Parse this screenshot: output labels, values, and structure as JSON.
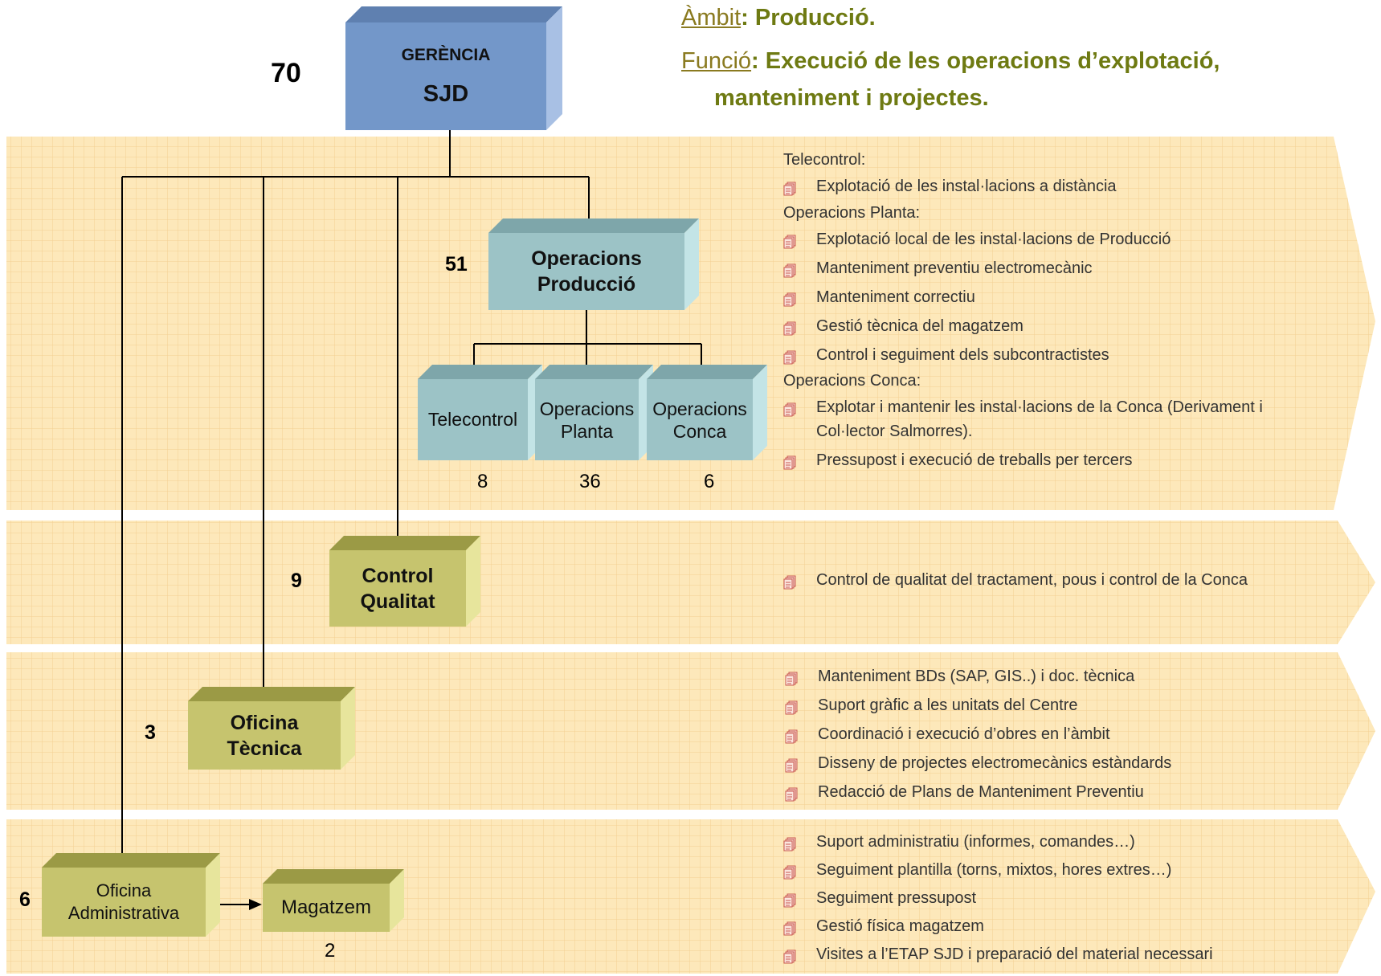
{
  "header": {
    "ambit_label": "Àmbit",
    "ambit_value": ": Producció.",
    "funcio_label": "Funció",
    "funcio_value": ": Execució de les operacions d’explotació,",
    "funcio_value_2": "manteniment i projectes."
  },
  "units": {
    "gerencia": {
      "line1": "GERÈNCIA",
      "line2": "SJD",
      "count": "70"
    },
    "operacions_produccio": {
      "label": "Operacions\nProducció",
      "count": "51"
    },
    "telecontrol": {
      "label": "Telecontrol",
      "count": "8"
    },
    "operacions_planta": {
      "label": "Operacions\nPlanta",
      "count": "36"
    },
    "operacions_conca": {
      "label": "Operacions\nConca",
      "count": "6"
    },
    "control_qualitat": {
      "label": "Control\nQualitat",
      "count": "9"
    },
    "oficina_tecnica": {
      "label": "Oficina\nTècnica",
      "count": "3"
    },
    "oficina_administrativa": {
      "label": "Oficina\nAdministrativa",
      "count": "6"
    },
    "magatzem": {
      "label": "Magatzem",
      "count": "2"
    }
  },
  "functions": {
    "band1": {
      "telecontrol_title": "Telecontrol:",
      "telecontrol_items": [
        "Explotació de les instal·lacions a distància"
      ],
      "planta_title": "Operacions Planta:",
      "planta_items": [
        "Explotació local de les instal·lacions de Producció",
        "Manteniment preventiu electromecànic",
        "Manteniment correctiu",
        "Gestió tècnica del magatzem",
        "Control i seguiment dels subcontractistes"
      ],
      "conca_title": "Operacions Conca:",
      "conca_items": [
        "Explotar i mantenir les instal·lacions de la Conca (Derivament i Col·lector Salmorres).",
        "Pressupost i execució de treballs per tercers"
      ]
    },
    "band2": {
      "items": [
        "Control de qualitat del tractament, pous i control de la Conca"
      ]
    },
    "band3": {
      "items": [
        "Manteniment BDs (SAP, GIS..) i doc. tècnica",
        "Suport gràfic a les unitats del Centre",
        "Coordinació i execució d’obres en l’àmbit",
        "Disseny de projectes electromecànics estàndards",
        "Redacció de Plans de Manteniment Preventiu"
      ]
    },
    "band4": {
      "items": [
        "Suport administratiu (informes, comandes…)",
        "Seguiment plantilla (torns, mixtos, hores extres…)",
        "Seguiment pressupost",
        "Gestió física magatzem",
        "Visites a l’ETAP SJD i preparació del material necessari"
      ]
    }
  },
  "colors": {
    "band_fill": "#fde7b6",
    "band_grid": "#f5cf8f",
    "gerencia": "#7397c9",
    "operacions": "#9cc3c6",
    "support": "#c6c46e",
    "bullet": "#c9574f"
  }
}
